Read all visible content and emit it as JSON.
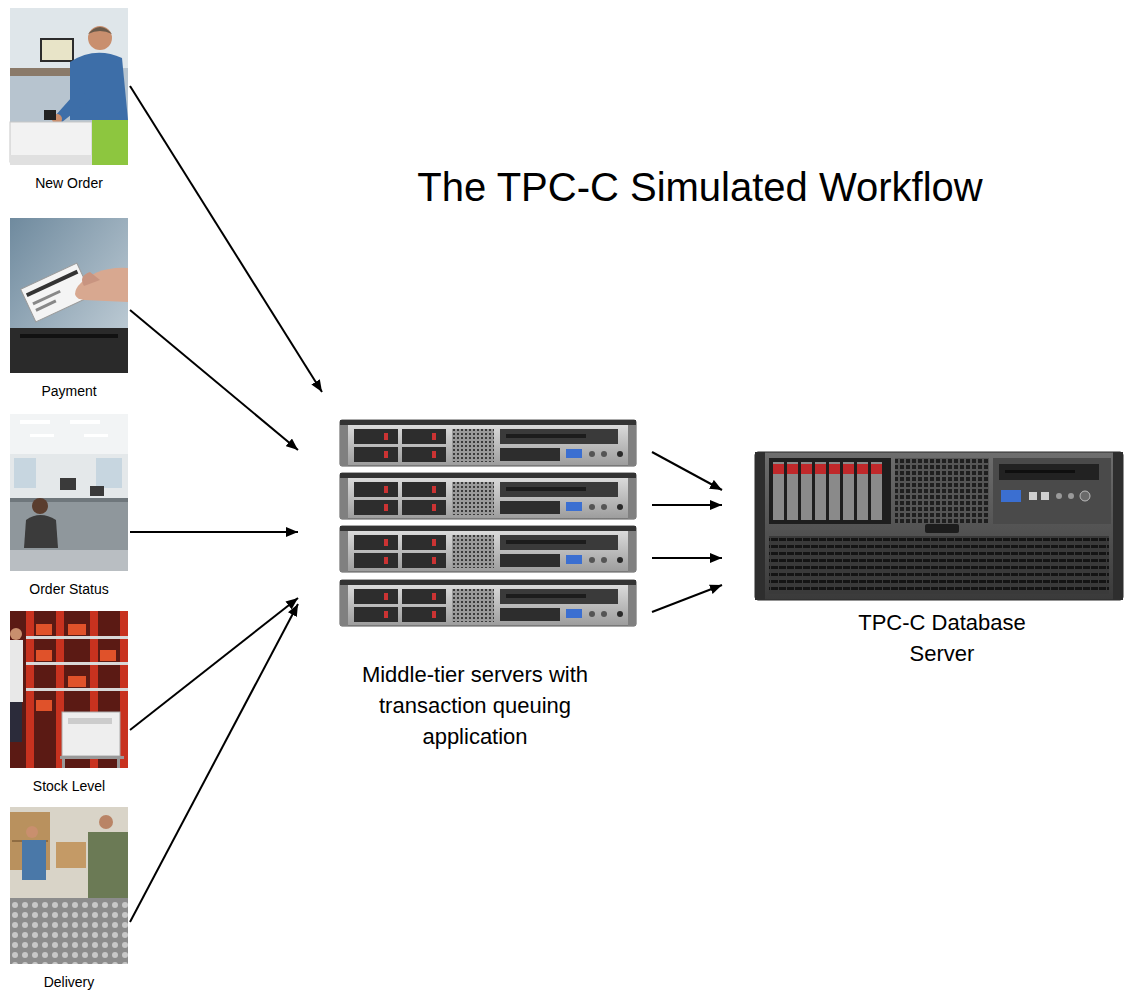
{
  "diagram": {
    "title": "The TPC-C Simulated Workflow",
    "nodes": [
      {
        "text": [
          "New Order"
        ]
      },
      {
        "text": [
          "Payment"
        ]
      },
      {
        "text": [
          "Order Status"
        ]
      },
      {
        "text": [
          "Stock Level"
        ]
      },
      {
        "text": [
          "Delivery"
        ]
      },
      {
        "text": [
          "Middle-tier servers with transaction queuing application"
        ]
      },
      {
        "text": [
          "TPC-C Database Server"
        ]
      }
    ],
    "edges": [
      {
        "from": 0,
        "to": 5,
        "arrow": "to"
      },
      {
        "from": 1,
        "to": 5,
        "arrow": "to"
      },
      {
        "from": 2,
        "to": 5,
        "arrow": "to"
      },
      {
        "from": 3,
        "to": 5,
        "arrow": "to"
      },
      {
        "from": 4,
        "to": 5,
        "arrow": "to"
      },
      {
        "from": 5,
        "to": 6,
        "arrow": "to"
      },
      {
        "from": 5,
        "to": 6,
        "arrow": "to"
      },
      {
        "from": 5,
        "to": 6,
        "arrow": "to"
      },
      {
        "from": 5,
        "to": 6,
        "arrow": "to"
      }
    ]
  }
}
